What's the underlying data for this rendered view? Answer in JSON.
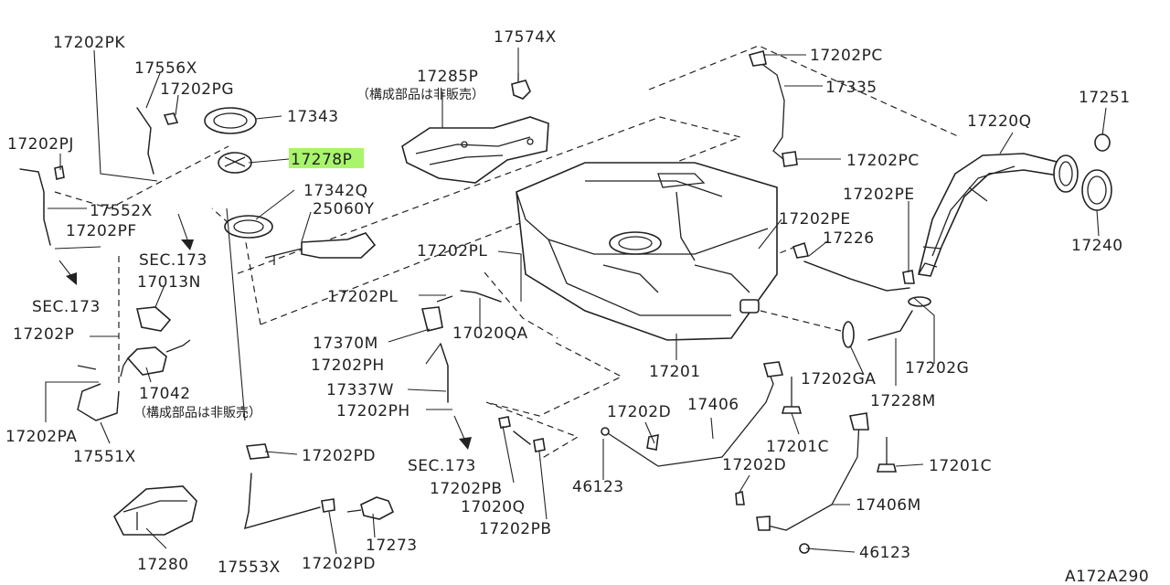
{
  "diagram_code": "A172A290",
  "highlight_color": "#a8f56c",
  "notes": {
    "not_sold_1": "（構成部品は非販売）",
    "not_sold_2": "（構成部品は非販売）"
  },
  "labels": {
    "p17202PK": "17202PK",
    "p17556X": "17556X",
    "p17202PG": "17202PG",
    "p17343": "17343",
    "p17278P": "17278P",
    "p17342Q": "17342Q",
    "p25060Y": "25060Y",
    "p17202PJ": "17202PJ",
    "p17552X": "17552X",
    "p17202PF": "17202PF",
    "sec173_a": "SEC.173",
    "sec173_b": "SEC.173",
    "sec173_c": "SEC.173",
    "p17013N": "17013N",
    "p17202P": "17202P",
    "p17042": "17042",
    "p17202PA": "17202PA",
    "p17551X": "17551X",
    "p17280": "17280",
    "p17553X": "17553X",
    "p17202PD_a": "17202PD",
    "p17202PD_b": "17202PD",
    "p17273": "17273",
    "p17574X": "17574X",
    "p17285P": "17285P",
    "p17202PL_a": "17202PL",
    "p17202PL_b": "17202PL",
    "p17370M": "17370M",
    "p17020QA": "17020QA",
    "p17202PH_a": "17202PH",
    "p17202PH_b": "17202PH",
    "p17337W": "17337W",
    "p17202PB_a": "17202PB",
    "p17202PB_b": "17202PB",
    "p17020Q": "17020Q",
    "p17202PC_a": "17202PC",
    "p17202PC_b": "17202PC",
    "p17335": "17335",
    "p17202PE_a": "17202PE",
    "p17202PE_b": "17202PE",
    "p17226": "17226",
    "p17201": "17201",
    "p17202GA": "17202GA",
    "p17202G": "17202G",
    "p17228M": "17228M",
    "p17220Q": "17220Q",
    "p17251": "17251",
    "p17240": "17240",
    "p17202D_a": "17202D",
    "p17202D_b": "17202D",
    "p17406": "17406",
    "p17406M": "17406M",
    "p46123_a": "46123",
    "p46123_b": "46123",
    "p17201C_a": "17201C",
    "p17201C_b": "17201C"
  }
}
